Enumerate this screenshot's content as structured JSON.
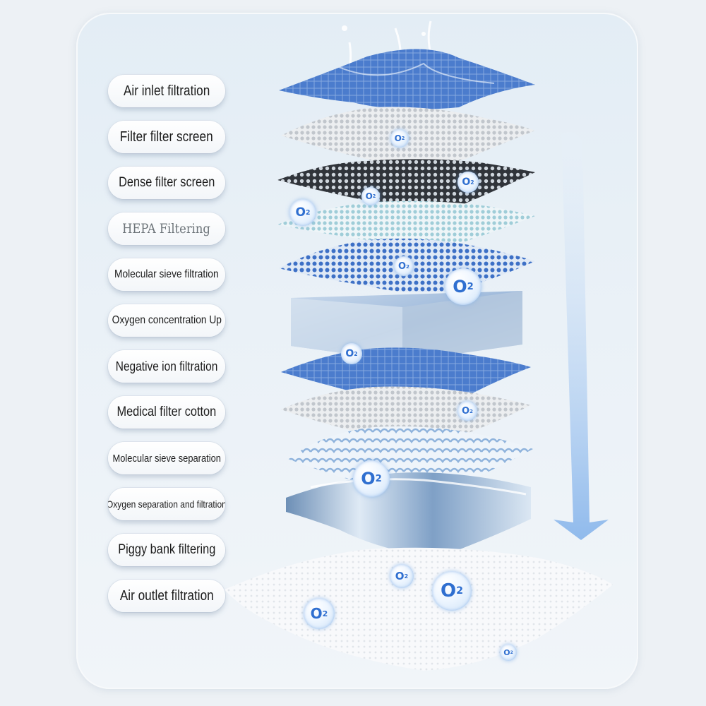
{
  "labels": [
    "Air inlet filtration",
    "Filter filter screen",
    "Dense filter screen",
    "HEPA Filtering",
    "Molecular sieve filtration",
    "Oxygen concentration Up",
    "Negative ion filtration",
    "Medical filter cotton",
    "Molecular sieve separation",
    "Oxygen separation and filtration",
    "Piggy bank filtering",
    "Air outlet filtration"
  ],
  "bubble_text": "O",
  "bubble_sub": "2",
  "colors": {
    "arrow": "#7fb0ea",
    "mesh_blue": "#3b6fc4",
    "mesh_grey": "#cfd3d8",
    "mesh_dark": "#2a2d30",
    "label_text": "#1c1c1c",
    "o2_text": "#2f6fd0"
  }
}
